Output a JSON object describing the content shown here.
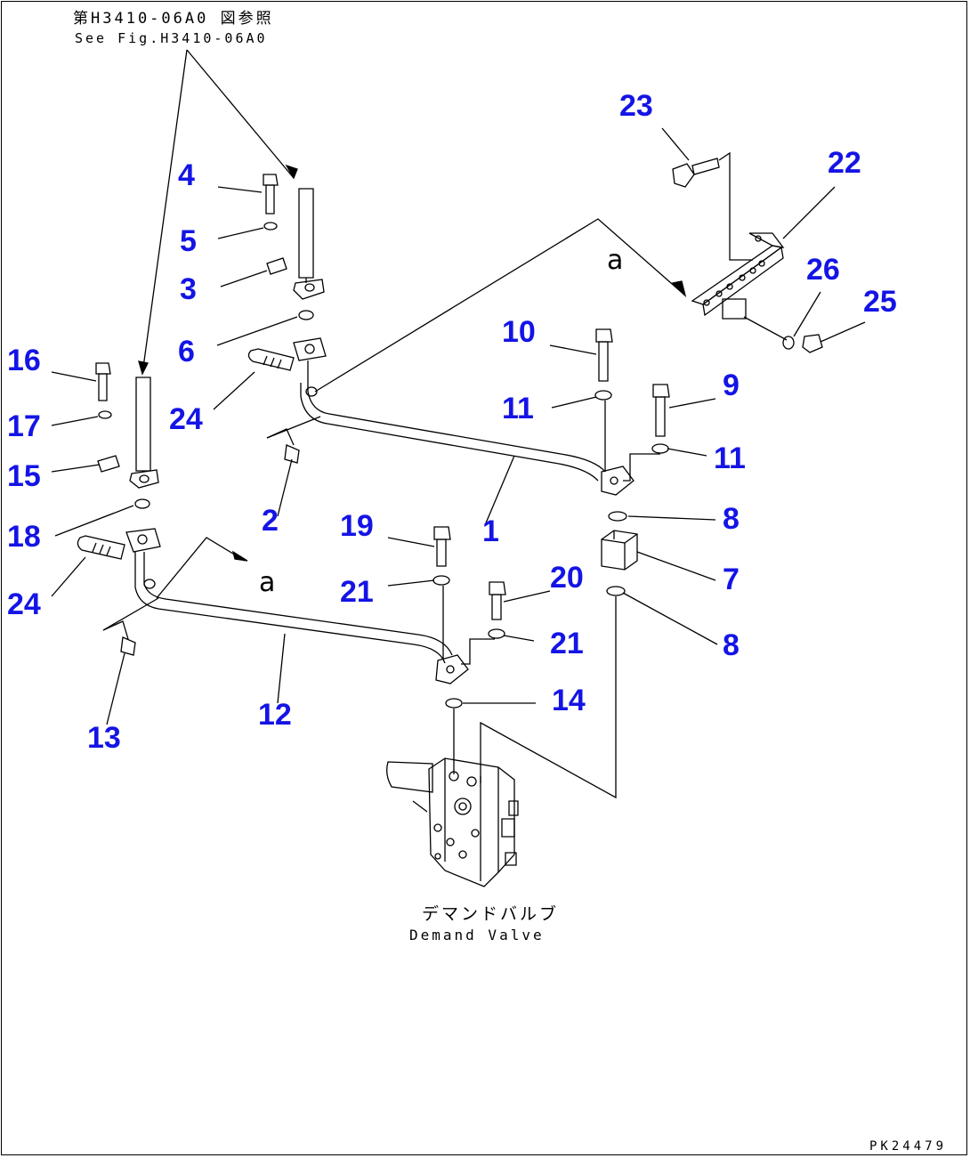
{
  "references": {
    "ref_jp": "第H3410-06A0 図参照",
    "ref_en": "See Fig.H3410-06A0"
  },
  "component": {
    "name_jp": "デマンドバルブ",
    "name_en": "Demand Valve"
  },
  "view_marker": "a",
  "drawing_code": "PK24479",
  "callouts": {
    "c1": "1",
    "c2": "2",
    "c3": "3",
    "c4": "4",
    "c5": "5",
    "c6": "6",
    "c7": "7",
    "c8a": "8",
    "c8b": "8",
    "c9": "9",
    "c10": "10",
    "c11a": "11",
    "c11b": "11",
    "c12": "12",
    "c13": "13",
    "c14": "14",
    "c15": "15",
    "c16": "16",
    "c17": "17",
    "c18": "18",
    "c19": "19",
    "c20": "20",
    "c21a": "21",
    "c21b": "21",
    "c22": "22",
    "c23": "23",
    "c24a": "24",
    "c24b": "24",
    "c25": "25",
    "c26": "26"
  },
  "colors": {
    "callout": "#1414e6",
    "line": "#000000"
  }
}
